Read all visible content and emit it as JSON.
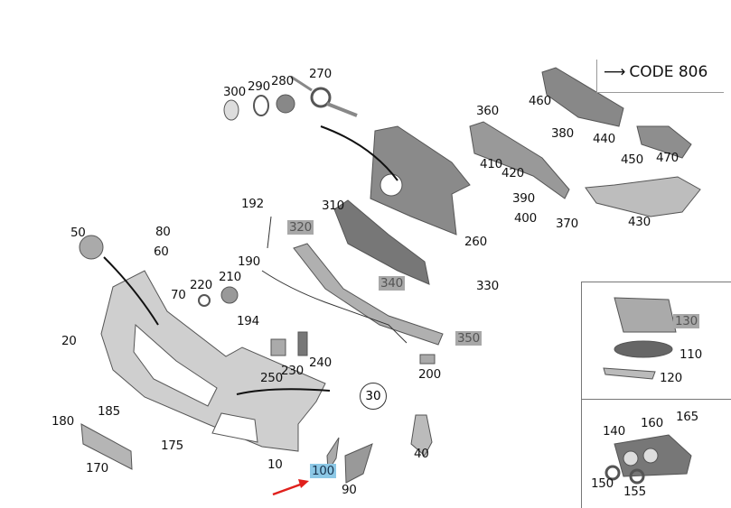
{
  "code_note": {
    "arrow_icon": "right-arrow-icon",
    "text": "CODE 806"
  },
  "highlighted_label_colors": {
    "grey": "#a8a8a8",
    "selected": "#8cc8e6",
    "pointer_arrow": "#e0201c"
  },
  "labels": {
    "p300": "300",
    "p290": "290",
    "p280": "280",
    "p270": "270",
    "p360": "360",
    "p460": "460",
    "p380": "380",
    "p440": "440",
    "p450": "450",
    "p470": "470",
    "p410": "410",
    "p420": "420",
    "p390": "390",
    "p400": "400",
    "p370": "370",
    "p430": "430",
    "p192": "192",
    "p310": "310",
    "p320": "320",
    "p260": "260",
    "p190": "190",
    "p50": "50",
    "p80": "80",
    "p60": "60",
    "p70": "70",
    "p220": "220",
    "p210": "210",
    "p340": "340",
    "p330": "330",
    "p194": "194",
    "p350": "350",
    "p20": "20",
    "p240": "240",
    "p230": "230",
    "p250": "250",
    "p200": "200",
    "p30": "30",
    "p185": "185",
    "p180": "180",
    "p175": "175",
    "p170": "170",
    "p10": "10",
    "p100": "100",
    "p90": "90",
    "p40": "40",
    "p130": "130",
    "p110": "110",
    "p120": "120",
    "p140": "140",
    "p160": "160",
    "p165": "165",
    "p150": "150",
    "p155": "155"
  },
  "selected_part": "100"
}
